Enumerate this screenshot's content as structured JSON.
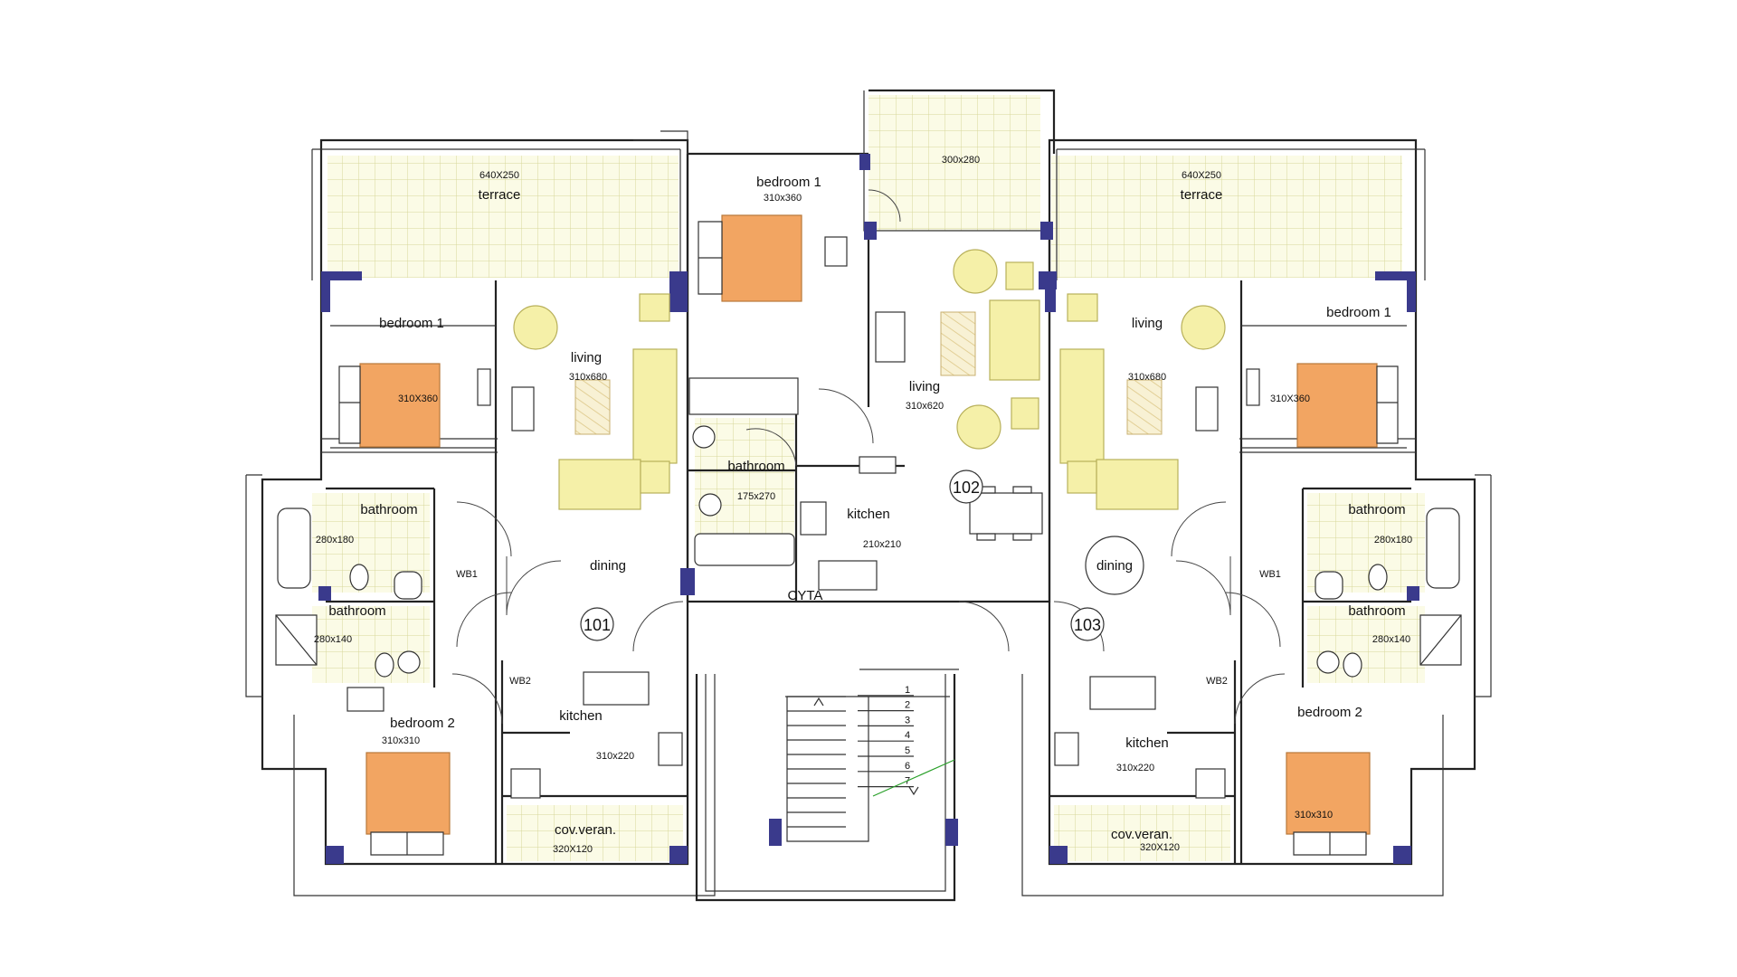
{
  "apartments": {
    "a101": {
      "number": "101",
      "rooms": {
        "terrace": {
          "label": "terrace",
          "size": "640X250"
        },
        "bedroom1": {
          "label": "bedroom 1",
          "size": "310X360"
        },
        "living": {
          "label": "living",
          "size": "310x680"
        },
        "bathroom1": {
          "label": "bathroom",
          "size": "280x180"
        },
        "wb1": {
          "label": "WB1"
        },
        "dining": {
          "label": "dining"
        },
        "bathroom2": {
          "label": "bathroom",
          "size": "280x140"
        },
        "wb2": {
          "label": "WB2"
        },
        "bedroom2": {
          "label": "bedroom 2",
          "size": "310x310"
        },
        "kitchen": {
          "label": "kitchen",
          "size": "310x220"
        },
        "veranda": {
          "label": "cov.veran.",
          "size": "320X120"
        }
      }
    },
    "a102": {
      "number": "102",
      "rooms": {
        "balcony": {
          "size": "300x280"
        },
        "bedroom1": {
          "label": "bedroom 1",
          "size": "310x360"
        },
        "living": {
          "label": "living",
          "size": "310x620"
        },
        "bathroom": {
          "label": "bathroom",
          "size": "175x270"
        },
        "kitchen": {
          "label": "kitchen",
          "size": "210x210"
        }
      },
      "meter_label": "CYTA"
    },
    "a103": {
      "number": "103",
      "rooms": {
        "terrace": {
          "label": "terrace",
          "size": "640X250"
        },
        "living": {
          "label": "living",
          "size": "310x680"
        },
        "bedroom1": {
          "label": "bedroom 1",
          "size": "310X360"
        },
        "bathroom1": {
          "label": "bathroom",
          "size": "280x180"
        },
        "wb1": {
          "label": "WB1"
        },
        "dining": {
          "label": "dining"
        },
        "bathroom2": {
          "label": "bathroom",
          "size": "280x140"
        },
        "wb2": {
          "label": "WB2"
        },
        "bedroom2": {
          "label": "bedroom 2",
          "size": "310x310"
        },
        "kitchen": {
          "label": "kitchen",
          "size": "310x220"
        },
        "veranda": {
          "label": "cov.veran.",
          "size": "320X120"
        }
      }
    }
  },
  "stairs": {
    "steps": [
      "1",
      "2",
      "3",
      "4",
      "5",
      "6",
      "7"
    ]
  },
  "colors": {
    "wall": "#222222",
    "pillar": "#3a3a8c",
    "bed": "#f2a562",
    "sofa": "#f5f0a8",
    "tile": "#fbfbe6",
    "tileLine": "#d7d79a"
  }
}
